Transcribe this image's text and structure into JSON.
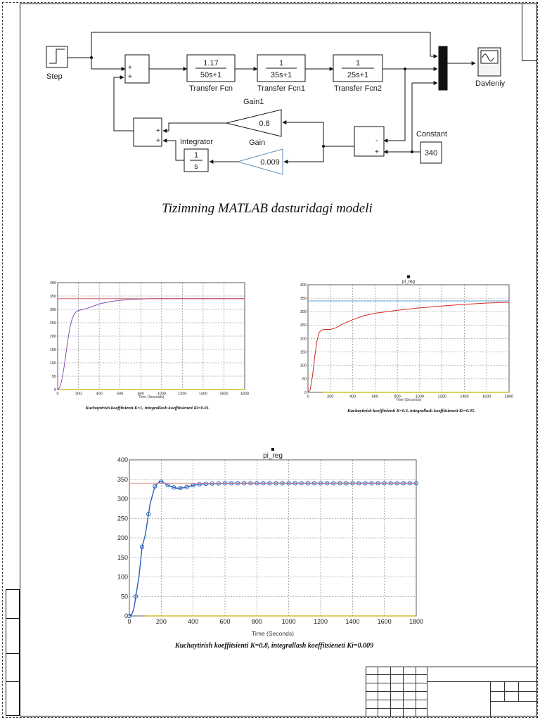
{
  "model": {
    "caption": "Tizimning MATLAB dasturidagi modeli",
    "blocks": {
      "step": "Step",
      "tf1": {
        "num": "1.17",
        "den": "50s+1",
        "label": "Transfer Fcn"
      },
      "tf2": {
        "num": "1",
        "den": "35s+1",
        "label": "Transfer Fcn1"
      },
      "tf3": {
        "num": "1",
        "den": "25s+1",
        "label": "Transfer Fcn2"
      },
      "scope": "Davleniy",
      "gain1_title": "Gain1",
      "gain_value": "0.8",
      "gain_label": "Gain",
      "gain2_value": "0.009",
      "integrator_label": "Integrator",
      "integrator_num": "1",
      "integrator_den": "s",
      "constant_label": "Constant",
      "constant_value": "340",
      "sum_plus": "+",
      "sum_minus": "-"
    }
  },
  "charts": [
    {
      "caption": "Kuchaytirish koeffitsienti K=1, integrallash koeffitsieneti Ki=0.01.",
      "title": "",
      "xlabel": "Time (Seconds)",
      "colors": {
        "curve": "#8a4fb0",
        "setpoint": "#c5424a",
        "base": "#c8b400"
      }
    },
    {
      "caption": "Kuchaytirish koeffitsienti K=0.6, integrallash koeffitsieneti Ki=0.05.",
      "title": "pi_reg",
      "xlabel": "Time (Seconds)",
      "colors": {
        "curve": "#d2261f",
        "setpoint": "#5aa0d8",
        "base": "#c8b400"
      }
    },
    {
      "caption": "Kuchaytirish koeffitsienti K=0.8, integrallash koeffitsieneti Ki=0.009",
      "title": "pi_reg",
      "xlabel": "Time (Seconds)",
      "colors": {
        "curve": "#2a5fbd",
        "setpoint": "#e08a8a",
        "base": "#c8b400"
      }
    }
  ],
  "chart_data": [
    {
      "type": "line",
      "title": "",
      "xlabel": "Time (Seconds)",
      "ylabel": "",
      "xlim": [
        0,
        1800
      ],
      "ylim": [
        0,
        400
      ],
      "xticks": [
        0,
        200,
        400,
        600,
        800,
        1000,
        1200,
        1400,
        1600,
        1800
      ],
      "yticks": [
        0,
        50,
        100,
        150,
        200,
        250,
        300,
        350,
        400
      ],
      "grid": true,
      "series": [
        {
          "x": [
            0,
            20,
            40,
            60,
            80,
            100,
            120,
            140,
            160,
            180,
            200,
            250,
            300,
            350,
            400,
            500,
            600,
            700,
            800,
            900,
            1000,
            1200,
            1400,
            1600,
            1800
          ],
          "y": [
            0,
            8,
            35,
            80,
            135,
            190,
            235,
            265,
            283,
            292,
            296,
            300,
            306,
            313,
            320,
            329,
            334,
            337,
            339,
            340,
            340,
            340,
            340,
            340,
            340
          ]
        },
        {
          "x": [
            0,
            1800
          ],
          "y": [
            340,
            340
          ]
        },
        {
          "x": [
            0,
            1800
          ],
          "y": [
            0,
            0
          ]
        }
      ]
    },
    {
      "type": "line",
      "title": "pi_reg",
      "xlabel": "Time (Seconds)",
      "ylabel": "",
      "xlim": [
        0,
        1800
      ],
      "ylim": [
        0,
        400
      ],
      "xticks": [
        0,
        200,
        400,
        600,
        800,
        1000,
        1200,
        1400,
        1600,
        1800
      ],
      "yticks": [
        0,
        50,
        100,
        150,
        200,
        250,
        300,
        350,
        400
      ],
      "grid": true,
      "series": [
        {
          "x": [
            0,
            20,
            40,
            60,
            80,
            100,
            120,
            150,
            200,
            250,
            300,
            400,
            500,
            600,
            800,
            1000,
            1200,
            1400,
            1600,
            1800
          ],
          "y": [
            0,
            10,
            60,
            130,
            190,
            222,
            232,
            234,
            234,
            240,
            252,
            270,
            285,
            294,
            305,
            314,
            321,
            327,
            332,
            335
          ]
        },
        {
          "x": [
            0,
            1800
          ],
          "y": [
            340,
            340
          ]
        },
        {
          "x": [
            0,
            1800
          ],
          "y": [
            0,
            0
          ]
        }
      ]
    },
    {
      "type": "line",
      "title": "pi_reg",
      "xlabel": "Time (Seconds)",
      "ylabel": "",
      "xlim": [
        0,
        1800
      ],
      "ylim": [
        0,
        400
      ],
      "xticks": [
        0,
        200,
        400,
        600,
        800,
        1000,
        1200,
        1400,
        1600,
        1800
      ],
      "yticks": [
        0,
        50,
        100,
        150,
        200,
        250,
        300,
        350,
        400
      ],
      "grid": true,
      "series": [
        {
          "x": [
            0,
            10,
            20,
            30,
            40,
            60,
            80,
            100,
            130,
            160,
            190,
            210,
            250,
            300,
            350,
            400,
            450,
            500,
            600,
            700,
            800,
            1000,
            1200,
            1400,
            1600,
            1800
          ],
          "y": [
            0,
            2,
            8,
            22,
            50,
            100,
            177,
            208,
            287,
            332,
            345,
            343,
            333,
            327,
            329,
            335,
            338,
            339,
            340,
            340,
            340,
            340,
            340,
            340,
            340,
            340
          ]
        },
        {
          "x": [
            0,
            1800
          ],
          "y": [
            340,
            340
          ]
        },
        {
          "x": [
            0,
            1800
          ],
          "y": [
            0,
            0
          ]
        }
      ]
    }
  ]
}
